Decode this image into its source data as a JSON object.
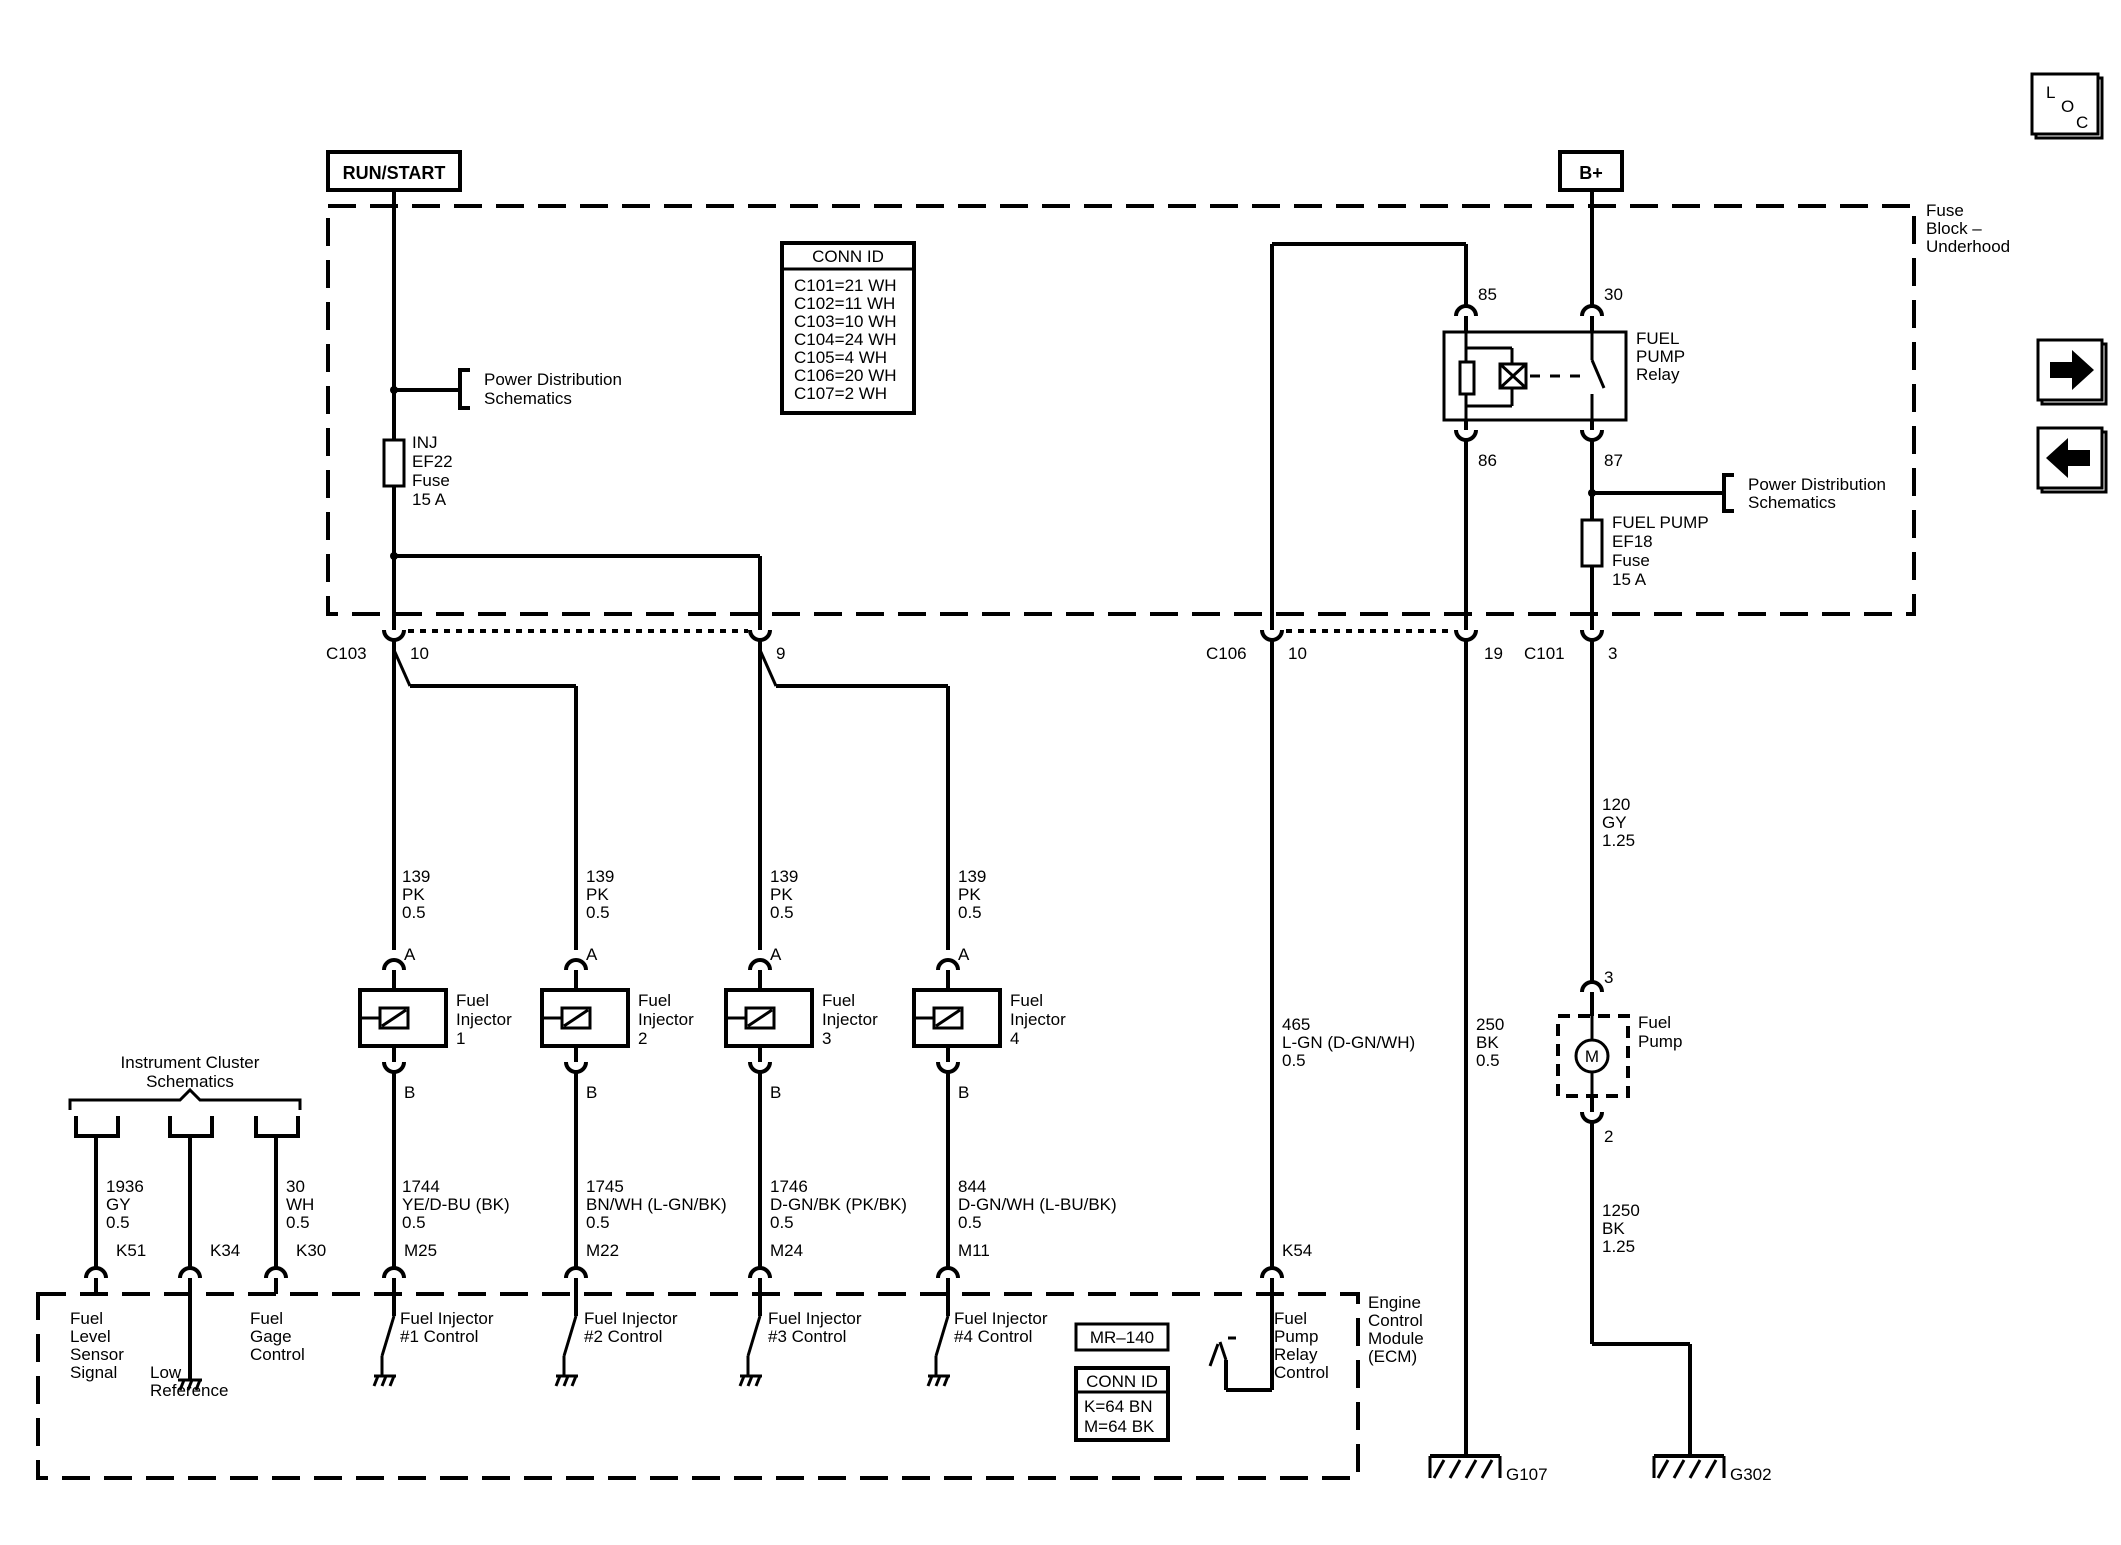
{
  "supplies": {
    "run_start": "RUN/START",
    "b_plus": "B+"
  },
  "nav": {
    "loc": [
      "L",
      "O",
      "C"
    ]
  },
  "fuse_block": {
    "label": [
      "Fuse",
      "Block –",
      "Underhood"
    ],
    "conn_id_title": "CONN ID",
    "conn_ids": [
      "C101=21 WH",
      "C102=11 WH",
      "C103=10 WH",
      "C104=24 WH",
      "C105=4 WH",
      "C106=20 WH",
      "C107=2 WH"
    ],
    "power_dist_1": [
      "Power Distribution",
      "Schematics"
    ],
    "power_dist_2": [
      "Power Distribution",
      "Schematics"
    ],
    "inj_fuse": [
      "INJ",
      "EF22",
      "Fuse",
      "15 A"
    ],
    "fuel_pump_fuse": [
      "FUEL PUMP",
      "EF18",
      "Fuse",
      "15 A"
    ],
    "relay_label": [
      "FUEL",
      "PUMP",
      "Relay"
    ],
    "relay_pins": {
      "p85": "85",
      "p30": "30",
      "p86": "86",
      "p87": "87"
    }
  },
  "connectors": {
    "c103": "C103",
    "c103_pin10": "10",
    "c103_pin9": "9",
    "c106": "C106",
    "c106_pin10": "10",
    "c106_pin19": "19",
    "c101": "C101",
    "c101_pin3": "3"
  },
  "wires": {
    "inj_feed": [
      "139",
      "PK",
      "0.5"
    ],
    "ctrl1": [
      "1744",
      "YE/D-BU (BK)",
      "0.5"
    ],
    "ctrl2": [
      "1745",
      "BN/WH (L-GN/BK)",
      "0.5"
    ],
    "ctrl3": [
      "1746",
      "D-GN/BK (PK/BK)",
      "0.5"
    ],
    "ctrl4": [
      "844",
      "D-GN/WH (L-BU/BK)",
      "0.5"
    ],
    "relay_ctrl": [
      "465",
      "L-GN (D-GN/WH)",
      "0.5"
    ],
    "relay_gnd": [
      "250",
      "BK",
      "0.5"
    ],
    "pump_feed": [
      "120",
      "GY",
      "1.25"
    ],
    "pump_gnd": [
      "1250",
      "BK",
      "1.25"
    ],
    "cluster1": [
      "1936",
      "GY",
      "0.5"
    ],
    "cluster3": [
      "30",
      "WH",
      "0.5"
    ]
  },
  "injectors": [
    {
      "label": [
        "Fuel",
        "Injector",
        "1"
      ],
      "pin_a": "A",
      "pin_b": "B"
    },
    {
      "label": [
        "Fuel",
        "Injector",
        "2"
      ],
      "pin_a": "A",
      "pin_b": "B"
    },
    {
      "label": [
        "Fuel",
        "Injector",
        "3"
      ],
      "pin_a": "A",
      "pin_b": "B"
    },
    {
      "label": [
        "Fuel",
        "Injector",
        "4"
      ],
      "pin_a": "A",
      "pin_b": "B"
    }
  ],
  "pump": {
    "label": [
      "Fuel",
      "Pump"
    ],
    "motor": "M",
    "pin3": "3",
    "pin2": "2"
  },
  "cluster": {
    "title": [
      "Instrument Cluster",
      "Schematics"
    ]
  },
  "ecm": {
    "label": [
      "Engine",
      "Control",
      "Module",
      "(ECM)"
    ],
    "pins": {
      "k51": "K51",
      "k34": "K34",
      "k30": "K30",
      "m25": "M25",
      "m22": "M22",
      "m24": "M24",
      "m11": "M11",
      "k54": "K54"
    },
    "fuel_level": [
      "Fuel",
      "Level",
      "Sensor",
      "Signal"
    ],
    "low_ref": [
      "Low",
      "Reference"
    ],
    "fuel_gage": [
      "Fuel",
      "Gage",
      "Control"
    ],
    "inj1": [
      "Fuel Injector",
      "#1 Control"
    ],
    "inj2": [
      "Fuel Injector",
      "#2 Control"
    ],
    "inj3": [
      "Fuel Injector",
      "#3 Control"
    ],
    "inj4": [
      "Fuel Injector",
      "#4 Control"
    ],
    "relay_ctrl": [
      "Fuel",
      "Pump",
      "Relay",
      "Control"
    ],
    "mr": "MR–140",
    "conn_id_title": "CONN ID",
    "conn_ids": [
      "K=64 BN",
      "M=64 BK"
    ]
  },
  "grounds": {
    "g107": "G107",
    "g302": "G302"
  }
}
